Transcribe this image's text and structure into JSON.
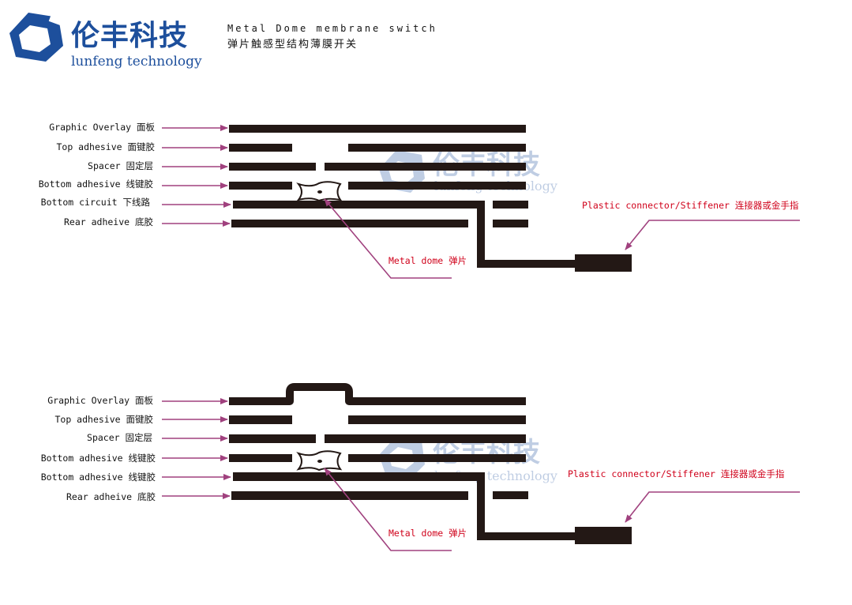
{
  "brand": {
    "name_cn": "伦丰科技",
    "name_en": "lunfeng technology",
    "color": "#1d4f9c"
  },
  "heading": {
    "title_en": "Metal Dome membrane switch",
    "title_cn": "弹片触感型结构薄膜开关"
  },
  "colors": {
    "layer": "#231815",
    "arrow": "#a0417e",
    "callout_text": "#d0021b"
  },
  "diagrams": [
    {
      "state": "released",
      "layers": [
        "Graphic Overlay 面板",
        "Top adhesive 面键胶",
        "Spacer 固定层",
        "Bottom adhesive 线键胶",
        "Bottom circuit 下线路",
        "Rear adheive 底胶"
      ],
      "dome_label": "Metal dome 弹片",
      "connector_label": "Plastic connector/Stiffener 连接器或金手指"
    },
    {
      "state": "pressed",
      "layers": [
        "Graphic Overlay 面板",
        "Top adhesive 面键胶",
        "Spacer 固定层",
        "Bottom adhesive 线键胶",
        "Bottom adhesive 线键胶",
        "Rear adheive 底胶"
      ],
      "dome_label": "Metal dome 弹片",
      "connector_label": "Plastic connector/Stiffener 连接器或金手指"
    }
  ]
}
